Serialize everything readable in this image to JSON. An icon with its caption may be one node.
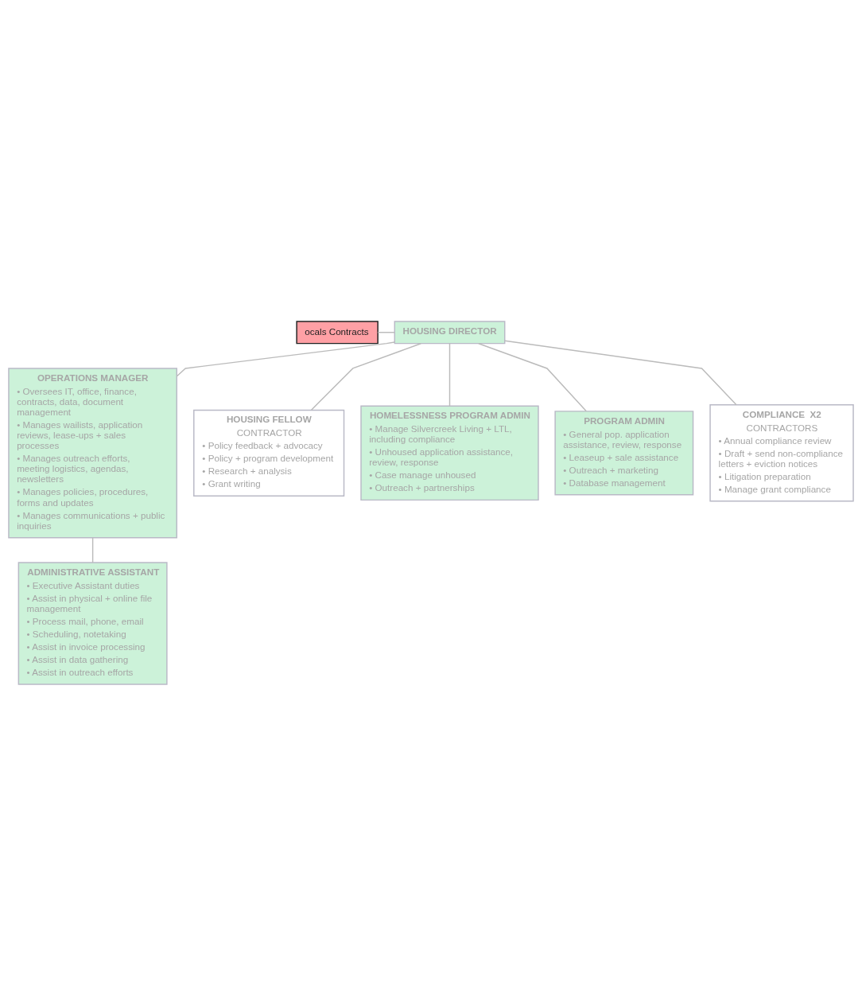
{
  "diagram": {
    "nodes": [
      {
        "text": [
          "ocals Contracts"
        ]
      },
      {
        "text": [
          "HOUSING DIRECTOR"
        ]
      },
      {
        "text": [
          "OPERATIONS MANAGER",
          "• Oversees IT, office, finance, contracts, data, document management",
          "• Manages wailists, application reviews, lease-ups + sales processes",
          "• Manages outreach efforts, meeting logistics, agendas, newsletters",
          "• Manages policies, procedures, forms and updates",
          "• Manages communications + public inquiries"
        ]
      },
      {
        "text": [
          "HOUSING FELLOW",
          "CONTRACTOR",
          "• Policy feedback + advocacy",
          "• Policy + program development",
          "• Research + analysis",
          "• Grant writing"
        ]
      },
      {
        "text": [
          "HOMELESSNESS PROGRAM ADMIN",
          "• Manage Silvercreek Living + LTL, including compliance",
          "• Unhoused application assistance, review, response",
          "• Case manage unhoused",
          "• Outreach + partnerships"
        ]
      },
      {
        "text": [
          "PROGRAM ADMIN",
          "• General pop. application assistance, review, response",
          "• Leaseup + sale assistance",
          "• Outreach + marketing",
          "• Database management"
        ]
      },
      {
        "text": [
          "ADMINISTRATIVE ASSISTANT",
          "• Executive Assistant duties",
          "• Assist in physical + online file management",
          "• Process mail, phone, email",
          "• Scheduling, notetaking",
          "• Assist in invoice processing",
          "• Assist in data gathering",
          "• Assist in outreach efforts"
        ]
      },
      {
        "text": [
          "COMPLIANCE  X2",
          "CONTRACTORS",
          "• Annual compliance review",
          "• Draft + send non-compliance letters + eviction notices",
          "• Litigation preparation",
          "• Manage grant compliance"
        ]
      }
    ],
    "edges": [
      {
        "from": 0,
        "to": 1,
        "arrow": "none"
      },
      {
        "from": 1,
        "to": 3,
        "arrow": "none"
      },
      {
        "from": 1,
        "to": 2,
        "arrow": "none"
      },
      {
        "from": 1,
        "to": 4,
        "arrow": "none"
      },
      {
        "from": 1,
        "to": 5,
        "arrow": "none"
      },
      {
        "from": 1,
        "to": 7,
        "arrow": "none"
      },
      {
        "from": 2,
        "to": 6,
        "arrow": "none"
      }
    ]
  }
}
